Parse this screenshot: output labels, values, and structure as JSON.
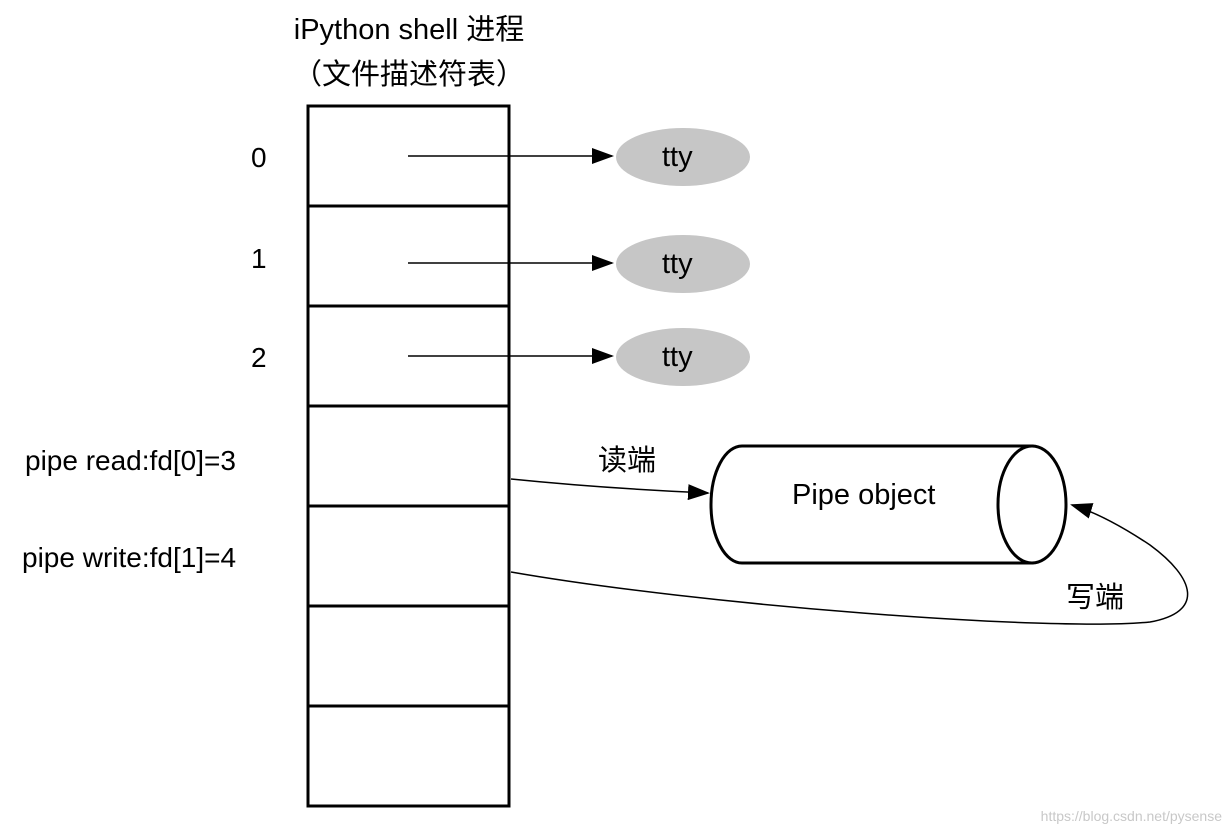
{
  "process": {
    "title": "iPython shell 进程",
    "subtitle": "（文件描述符表）"
  },
  "fd_table": {
    "slot_count": 7,
    "entries": [
      {
        "fd": "0",
        "label": "0",
        "target": "tty"
      },
      {
        "fd": "1",
        "label": "1",
        "target": "tty"
      },
      {
        "fd": "2",
        "label": "2",
        "target": "tty"
      },
      {
        "fd": "3",
        "label": "pipe read:fd[0]=3",
        "target": "Pipe object"
      },
      {
        "fd": "4",
        "label": "pipe write:fd[1]=4",
        "target": "Pipe object"
      }
    ]
  },
  "targets": {
    "tty_label": "tty",
    "pipe_label": "Pipe object",
    "tty_fill": "#c6c6c6"
  },
  "edges": {
    "read_label": "读端",
    "write_label": "写端"
  },
  "watermark": "https://blog.csdn.net/pysense"
}
